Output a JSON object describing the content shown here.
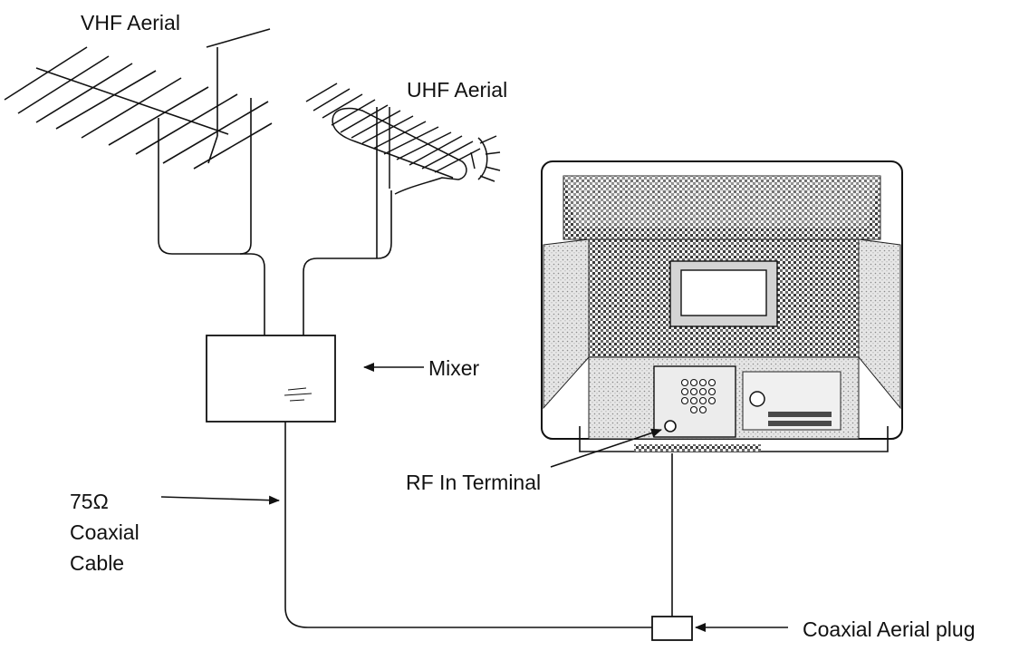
{
  "labels": {
    "vhf_aerial": "VHF Aerial",
    "uhf_aerial": "UHF Aerial",
    "mixer": "Mixer",
    "rf_in_terminal": "RF In Terminal",
    "cable_line1": "75Ω",
    "cable_line2": "Coaxial",
    "cable_line3": "Cable",
    "coaxial_aerial_plug": "Coaxial Aerial plug"
  },
  "colors": {
    "ink": "#111111",
    "tv_shading": "#d9d9d9",
    "tv_dark": "#4a4a4a"
  }
}
